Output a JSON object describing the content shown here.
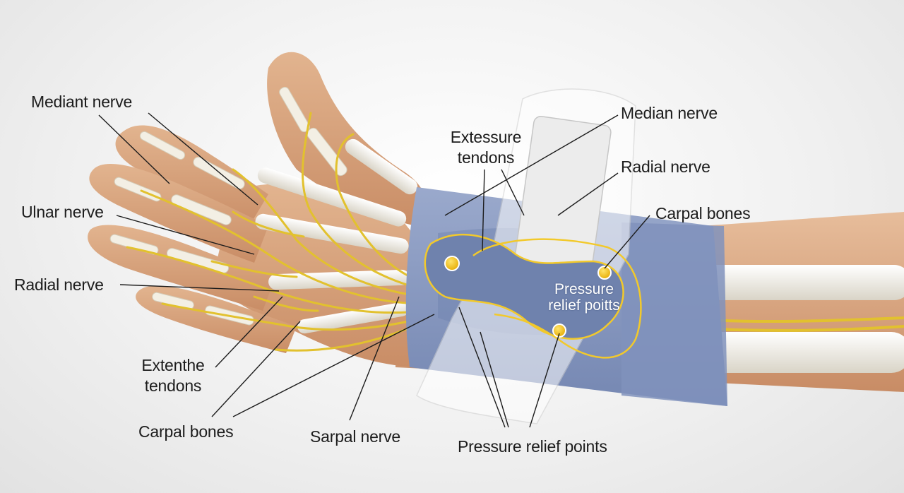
{
  "labels": {
    "mediant_nerve": "Mediant nerve",
    "ulnar_nerve": "Ulnar nerve",
    "radial_nerve_left": "Radial nerve",
    "extenthe_tendons_1": "Extenthe",
    "extenthe_tendons_2": "tendons",
    "carpal_bones_bottom": "Carpal bones",
    "sarpal_nerve": "Sarpal nerve",
    "extessure_tendons_1": "Extessure",
    "extessure_tendons_2": "tendons",
    "median_nerve": "Median nerve",
    "radial_nerve_right": "Radial nerve",
    "carpal_bones_right": "Carpal bones",
    "pressure_relief_points": "Pressure relief points",
    "pressure_relief_overlay_1": "Pressure",
    "pressure_relief_overlay_2": "relief poitts"
  },
  "colors": {
    "skin": "#d8a27c",
    "nerve": "#e2c12e",
    "bone": "#f1eee6",
    "brace": "#8597bf",
    "pressure_point": "#f2bf12",
    "label_text": "#1c1c1c"
  }
}
